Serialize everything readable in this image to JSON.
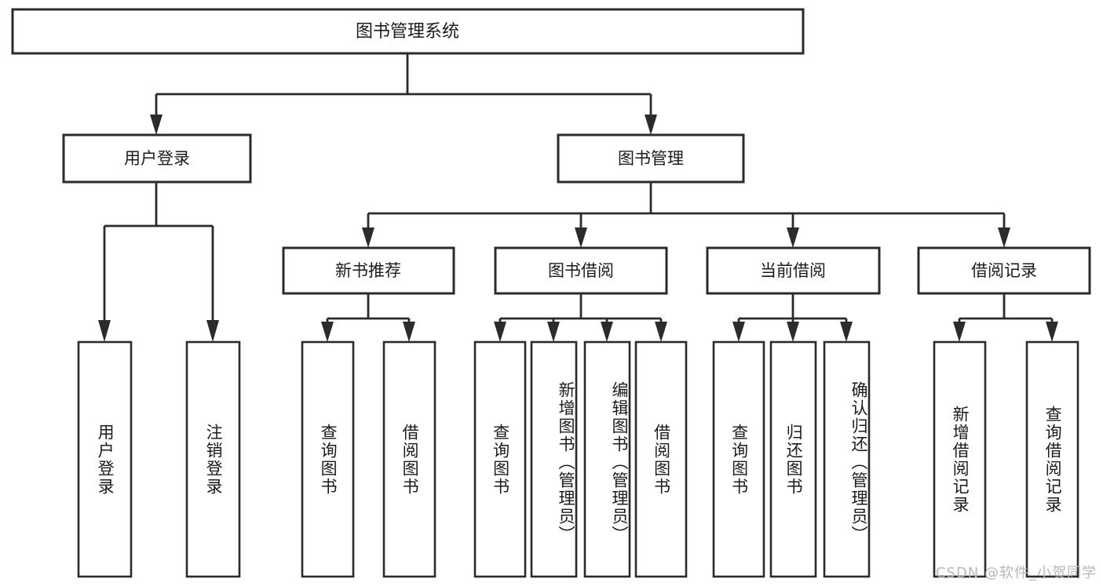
{
  "diagram": {
    "type": "tree-hierarchy-flowchart",
    "title_node": {
      "id": "root",
      "label": "图书管理系统"
    },
    "level2": [
      {
        "id": "user-login",
        "label": "用户登录"
      },
      {
        "id": "book-manage",
        "label": "图书管理"
      }
    ],
    "level3": [
      {
        "id": "new-book-rec",
        "label": "新书推荐",
        "parent": "book-manage"
      },
      {
        "id": "book-borrow",
        "label": "图书借阅",
        "parent": "book-manage"
      },
      {
        "id": "current-borrow",
        "label": "当前借阅",
        "parent": "book-manage"
      },
      {
        "id": "borrow-record",
        "label": "借阅记录",
        "parent": "book-manage"
      }
    ],
    "leaves": [
      {
        "id": "leaf-user-login",
        "label": "用户登录",
        "parent": "user-login"
      },
      {
        "id": "leaf-user-logout",
        "label": "注销登录",
        "parent": "user-login"
      },
      {
        "id": "leaf-query-book-1",
        "label": "查询图书",
        "parent": "new-book-rec"
      },
      {
        "id": "leaf-borrow-book-1",
        "label": "借阅图书",
        "parent": "new-book-rec"
      },
      {
        "id": "leaf-query-book-2",
        "label": "查询图书",
        "parent": "book-borrow"
      },
      {
        "id": "leaf-add-book",
        "label": "新增图书（管理员）",
        "parent": "book-borrow"
      },
      {
        "id": "leaf-edit-book",
        "label": "编辑图书（管理员）",
        "parent": "book-borrow"
      },
      {
        "id": "leaf-borrow-book-2",
        "label": "借阅图书",
        "parent": "book-borrow"
      },
      {
        "id": "leaf-query-book-3",
        "label": "查询图书",
        "parent": "current-borrow"
      },
      {
        "id": "leaf-return-book",
        "label": "归还图书",
        "parent": "current-borrow"
      },
      {
        "id": "leaf-confirm-return",
        "label": "确认归还（管理员）",
        "parent": "current-borrow"
      },
      {
        "id": "leaf-add-record",
        "label": "新增借阅记录",
        "parent": "borrow-record"
      },
      {
        "id": "leaf-query-record",
        "label": "查询借阅记录",
        "parent": "borrow-record"
      }
    ],
    "colors": {
      "stroke": "#2b2b2b",
      "fill": "#ffffff",
      "text": "#1b1b1b",
      "watermark": "#b8b8b8",
      "background": "#ffffff"
    }
  },
  "watermark": {
    "text": "CSDN @软件_小贺同学"
  }
}
